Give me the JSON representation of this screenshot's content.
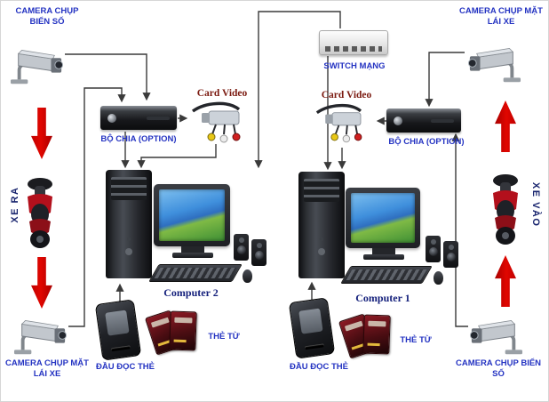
{
  "diagram": {
    "type": "parking-camera-system-diagram",
    "colors": {
      "label_blue": "#2433c2",
      "card_video_red": "#7b1a10",
      "computer_navy": "#131f7b",
      "lane_navy": "#18246e",
      "arrow_red": "#e10600",
      "wire": "#3a3a3a"
    },
    "nodes": {
      "camera_top_left": {
        "label": "CAMERA CHỤP BIỂN SỐ"
      },
      "camera_top_right": {
        "label": "CAMERA CHỤP MẶT LÁI XE"
      },
      "camera_bottom_left": {
        "label": "CAMERA CHỤP MẶT LÁI XE"
      },
      "camera_bottom_right": {
        "label": "CAMERA CHỤP BIỂN SỐ"
      },
      "switch": {
        "label": "SWITCH MẠNG"
      },
      "splitter_left": {
        "label": "BỘ CHIA (OPTION)"
      },
      "splitter_right": {
        "label": "BỘ CHIA (OPTION)"
      },
      "card_video_left": {
        "label": "Card Video"
      },
      "card_video_right": {
        "label": "Card Video"
      },
      "computer_left": {
        "label": "Computer 2"
      },
      "computer_right": {
        "label": "Computer 1"
      },
      "card_reader_left": {
        "label": "ĐẦU ĐỌC THẺ"
      },
      "card_reader_right": {
        "label": "ĐẦU ĐỌC THẺ"
      },
      "cards_left": {
        "label": "THẺ TỪ"
      },
      "cards_right": {
        "label": "THẺ TỪ"
      },
      "lane_left": {
        "label": "XE RA"
      },
      "lane_right": {
        "label": "XE VÀO"
      }
    }
  }
}
